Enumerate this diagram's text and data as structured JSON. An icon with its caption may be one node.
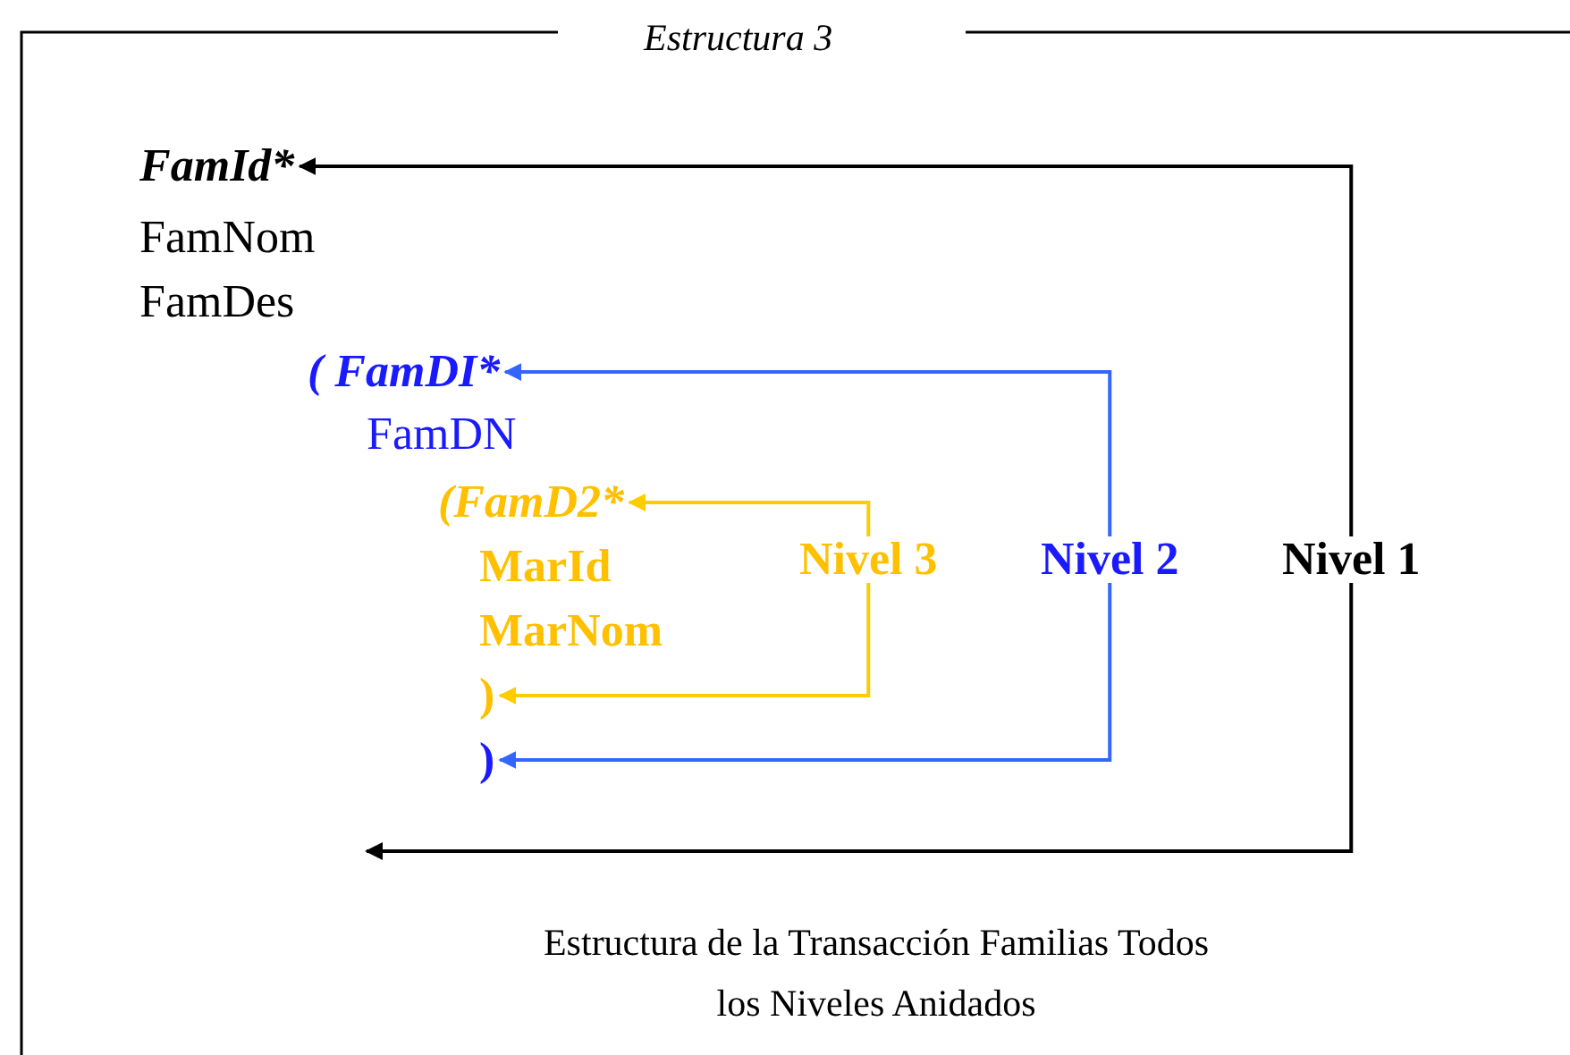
{
  "diagram": {
    "title": "Estructura 3",
    "caption": "Estructura de la Transacción Familias Todos los Niveles Anidados",
    "nodes": [
      {
        "text": [
          "FamId*"
        ]
      },
      {
        "text": [
          "( FamDI*"
        ]
      },
      {
        "text": [
          "(FamD2*"
        ]
      },
      {
        "text": [
          ")"
        ]
      },
      {
        "text": [
          ")"
        ]
      },
      {
        "text": [
          "Nivel 3"
        ]
      },
      {
        "text": [
          "Nivel 2"
        ]
      },
      {
        "text": [
          "Nivel 1"
        ]
      }
    ],
    "edges": [
      {
        "from": 7,
        "to": 0,
        "arrow": "to",
        "color": "#000000"
      },
      {
        "from": 7,
        "to": null,
        "arrow": "to",
        "color": "#000000"
      },
      {
        "from": 6,
        "to": 1,
        "arrow": "to",
        "color": "#3366ff"
      },
      {
        "from": 6,
        "to": 4,
        "arrow": "to",
        "color": "#3366ff"
      },
      {
        "from": 5,
        "to": 2,
        "arrow": "to",
        "color": "#ffcc00"
      },
      {
        "from": 5,
        "to": 3,
        "arrow": "to",
        "color": "#ffcc00"
      }
    ],
    "labels": [
      "FamNom",
      "FamDes",
      "FamDN",
      "MarId",
      "MarNom"
    ]
  }
}
